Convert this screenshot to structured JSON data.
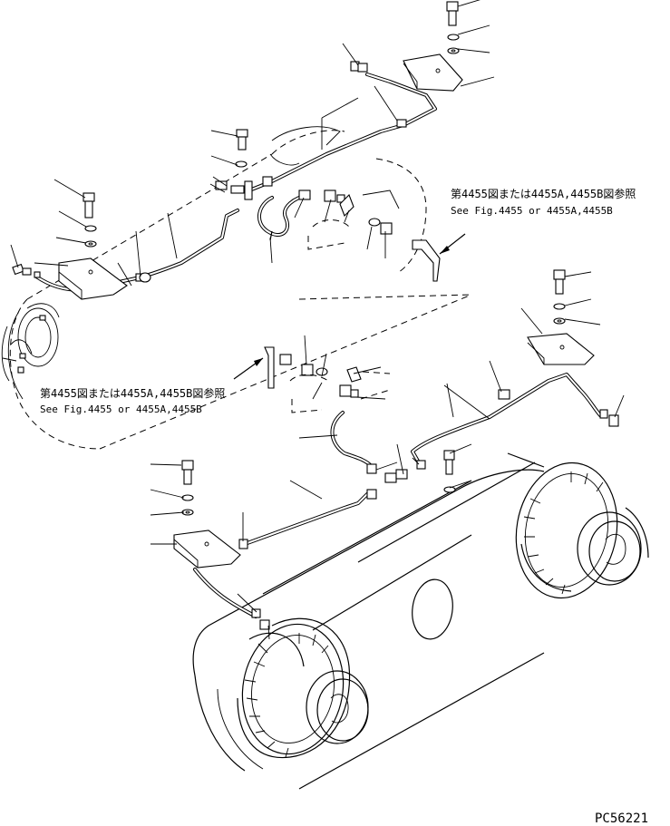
{
  "references": [
    {
      "id": "ref-upper",
      "jp": "第4455図または4455A,4455B図参照",
      "en": "See Fig.4455 or 4455A,4455B"
    },
    {
      "id": "ref-lower",
      "jp": "第4455図または4455A,4455B図参照",
      "en": "See Fig.4455 or 4455A,4455B"
    }
  ],
  "drawing_number": "PC56221",
  "colors": {
    "line": "#000000",
    "background": "#ffffff"
  }
}
